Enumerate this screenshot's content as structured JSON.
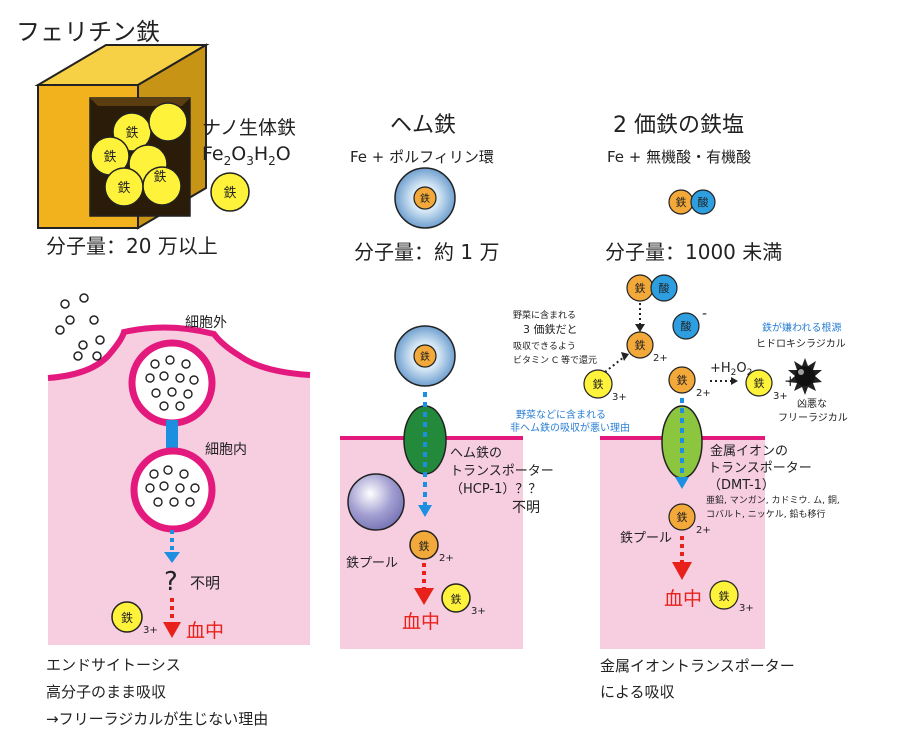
{
  "ferritin": {
    "title": "フェリチン鉄",
    "nano_label": "ナノ生体鉄",
    "formula": {
      "fe": "Fe",
      "s1": "2",
      "o": "O",
      "s2": "3",
      "h": "H",
      "s3": "2",
      "o2": "O"
    },
    "iron": "鉄",
    "mw": "分子量：20 万以上",
    "outside": "細胞外",
    "inside": "細胞内",
    "question": "?",
    "unknown": "不明",
    "charge3": "3+",
    "blood": "血中",
    "caption": [
      "エンドサイトーシス",
      "高分子のまま吸収",
      "→フリーラジカルが生じない理由"
    ]
  },
  "heme": {
    "title": "ヘム鉄",
    "sub": "Fe + ポルフィリン環",
    "iron": "鉄",
    "mw": "分子量：約 1 万",
    "transporter": [
      "ヘム鉄の",
      "トランスポーター",
      "（HCP-1）？？"
    ],
    "unknown": "不明",
    "pool": "鉄プール",
    "charge2": "2+",
    "charge3": "3+",
    "blood": "血中"
  },
  "salt": {
    "title": "2 価鉄の鉄塩",
    "sub": "Fe + 無機酸・有機酸",
    "iron": "鉄",
    "acid": "酸",
    "mw": "分子量：1000 未満",
    "minus": "-",
    "charge2": "2+",
    "charge3": "3+",
    "veg_note": [
      "野菜に含まれる",
      "3 価鉄だと",
      "吸収できるよう",
      "ビタミン C 等で還元"
    ],
    "blue_note": [
      "野菜などに含まれる",
      "非ヘム鉄の吸収が悪い理由"
    ],
    "h2o2": {
      "main": "+H",
      "sub": "2",
      "o": "O",
      "sub2": "2"
    },
    "plus": "+",
    "root": "鉄が嫌われる根源",
    "radical": "ヒドロキシラジカル",
    "bad": [
      "凶悪な",
      "フリーラジカル"
    ],
    "transporter": [
      "金属イオンの",
      "トランスポーター",
      "（DMT-1）"
    ],
    "metals": [
      "亜鉛, マンガン, カドミウ. ム, 銅,",
      "コバルト, ニッケル, 鉛も移行"
    ],
    "pool": "鉄プール",
    "blood": "血中",
    "caption": [
      "金属イオントランスポーター",
      "による吸収"
    ]
  },
  "colors": {
    "pink_bg": "#f7cde0",
    "membrane": "#e3197e",
    "yellow": "#fff23a",
    "orange": "#f3a93a",
    "blue_acid": "#2d9ee0",
    "blue_arrow": "#1c8fe0",
    "red": "#e8221a",
    "green_dark": "#238a3c",
    "green_light": "#8cc63f",
    "gold": "#f2b21d",
    "note_blue": "#2a7fd4"
  }
}
